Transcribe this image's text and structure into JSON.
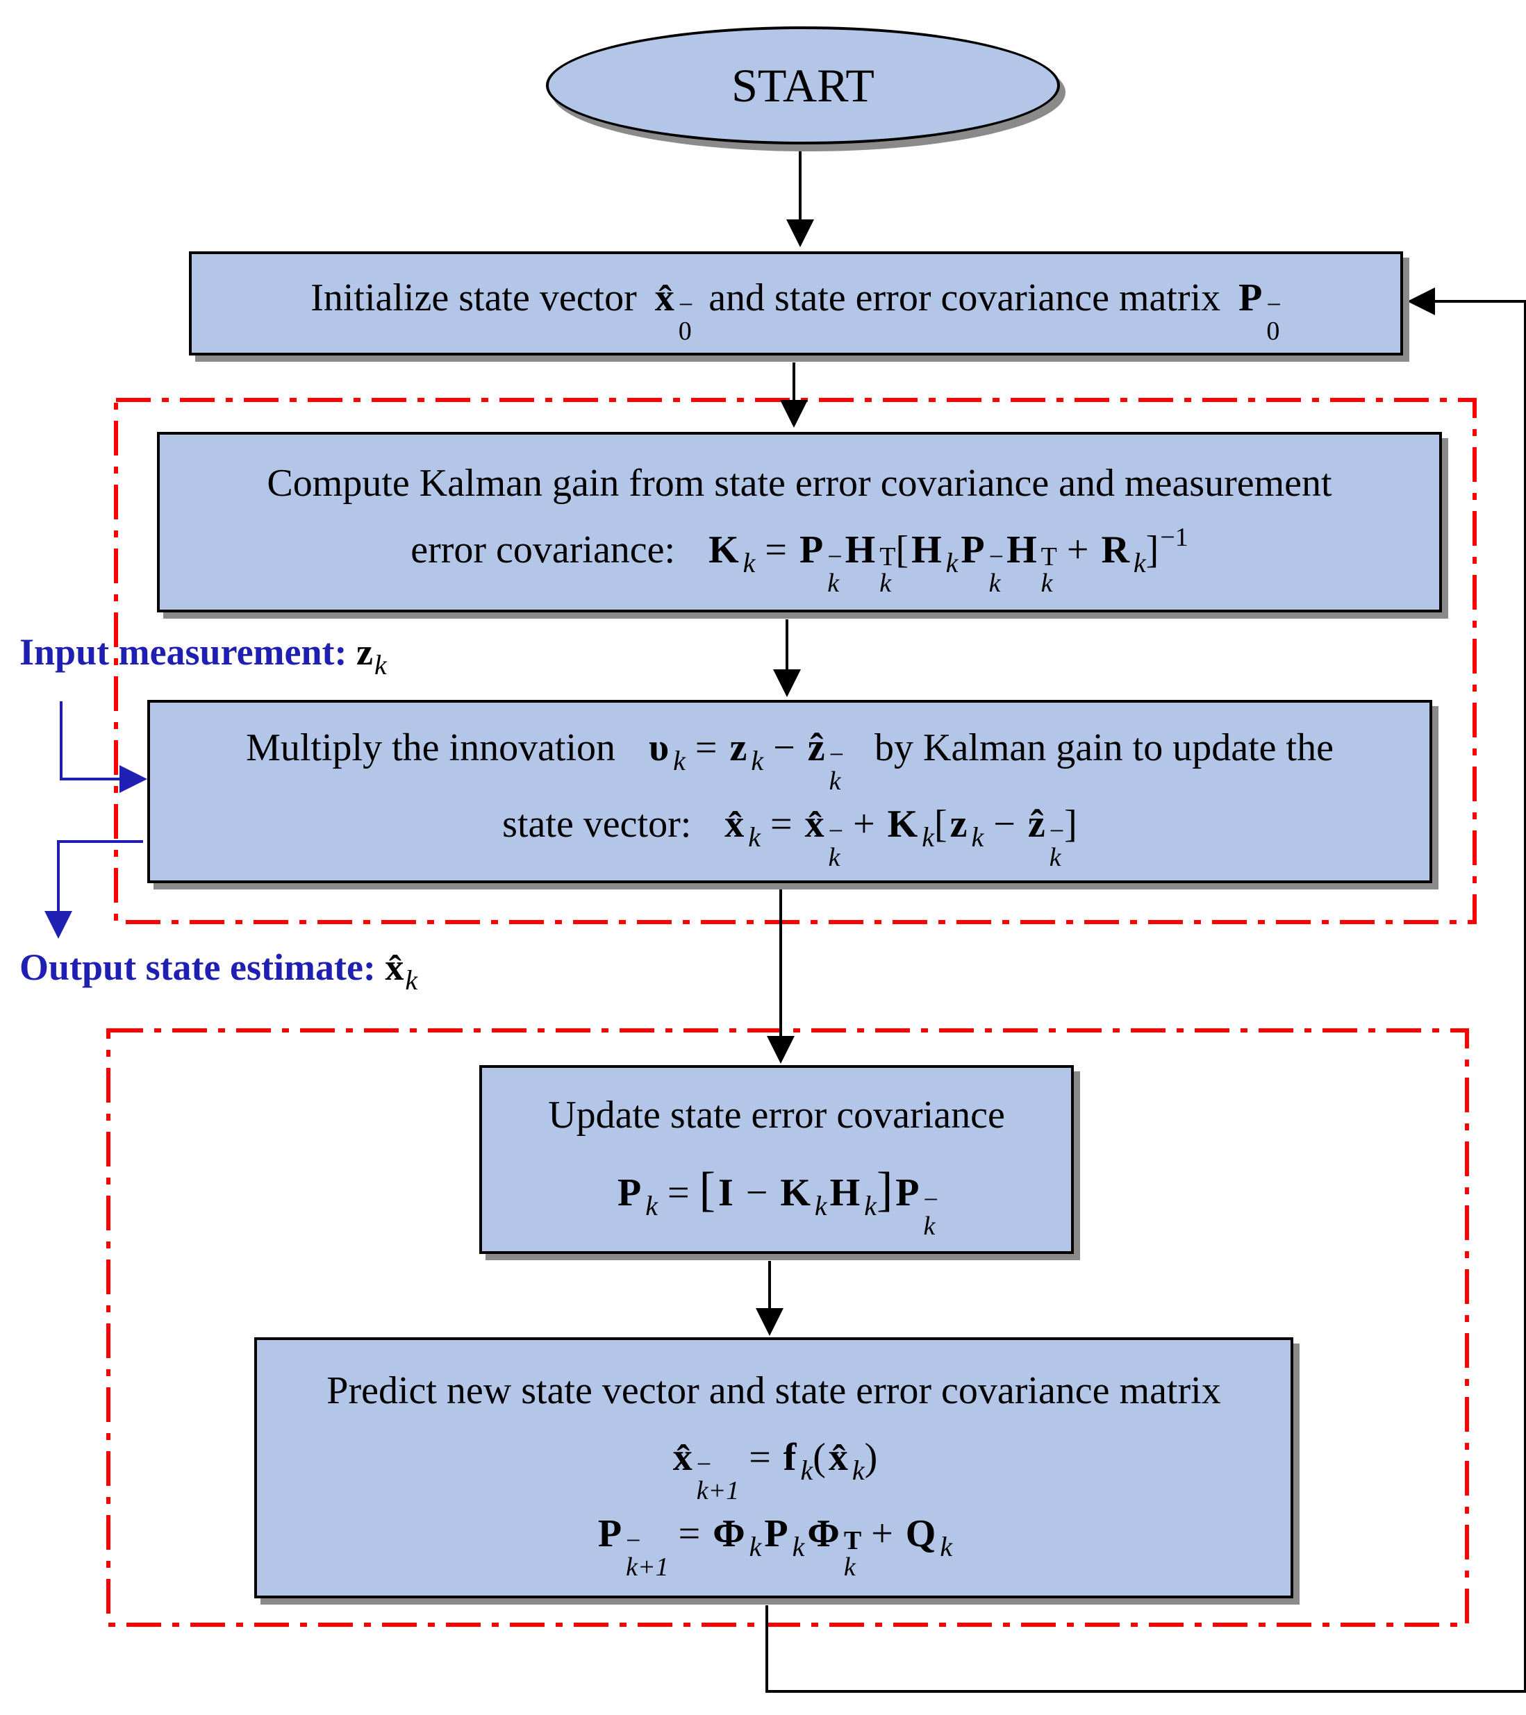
{
  "start": {
    "label": "START"
  },
  "init": {
    "text1": "Initialize state vector",
    "xvar": "x̂",
    "xsub": "0",
    "xsup": "−",
    "text2": "and state error covariance matrix",
    "pvar": "P",
    "psub": "0",
    "psup": "−"
  },
  "gain": {
    "line1": "Compute Kalman gain from state error covariance and measurement",
    "line2": "error covariance:",
    "K": "K",
    "P": "P",
    "H": "H",
    "R": "R",
    "k": "k",
    "minus": "−",
    "T": "T",
    "inv": "−1",
    "eq": "=",
    "plus": "+",
    "lb": "[",
    "rb": "]"
  },
  "update_state": {
    "line1a": "Multiply the innovation",
    "line1b": "by Kalman gain to update the",
    "line2": "state vector:",
    "v": "υ",
    "z": "z",
    "zhat": "ẑ",
    "xhat": "x̂",
    "K": "K",
    "k": "k",
    "minus": "−",
    "eq": "=",
    "plus": "+",
    "lb": "[",
    "rb": "]"
  },
  "cov_update": {
    "title": "Update state error covariance",
    "P": "P",
    "I": "I",
    "K": "K",
    "H": "H",
    "k": "k",
    "minus": "−",
    "eq": "=",
    "lb": "[",
    "rb": "]"
  },
  "predict": {
    "title": "Predict new state vector and state error covariance matrix",
    "xhat": "x̂",
    "f": "f",
    "P": "P",
    "Phi": "Φ",
    "Q": "Q",
    "k": "k",
    "k1": "k+1",
    "minus": "−",
    "T": "T",
    "eq": "=",
    "plus": "+",
    "lp": "(",
    "rp": ")"
  },
  "input_label": {
    "text": "Input measurement:",
    "var": "z",
    "sub": "k"
  },
  "output_label": {
    "text": "Output state estimate:",
    "var": "x̂",
    "sub": "k"
  }
}
